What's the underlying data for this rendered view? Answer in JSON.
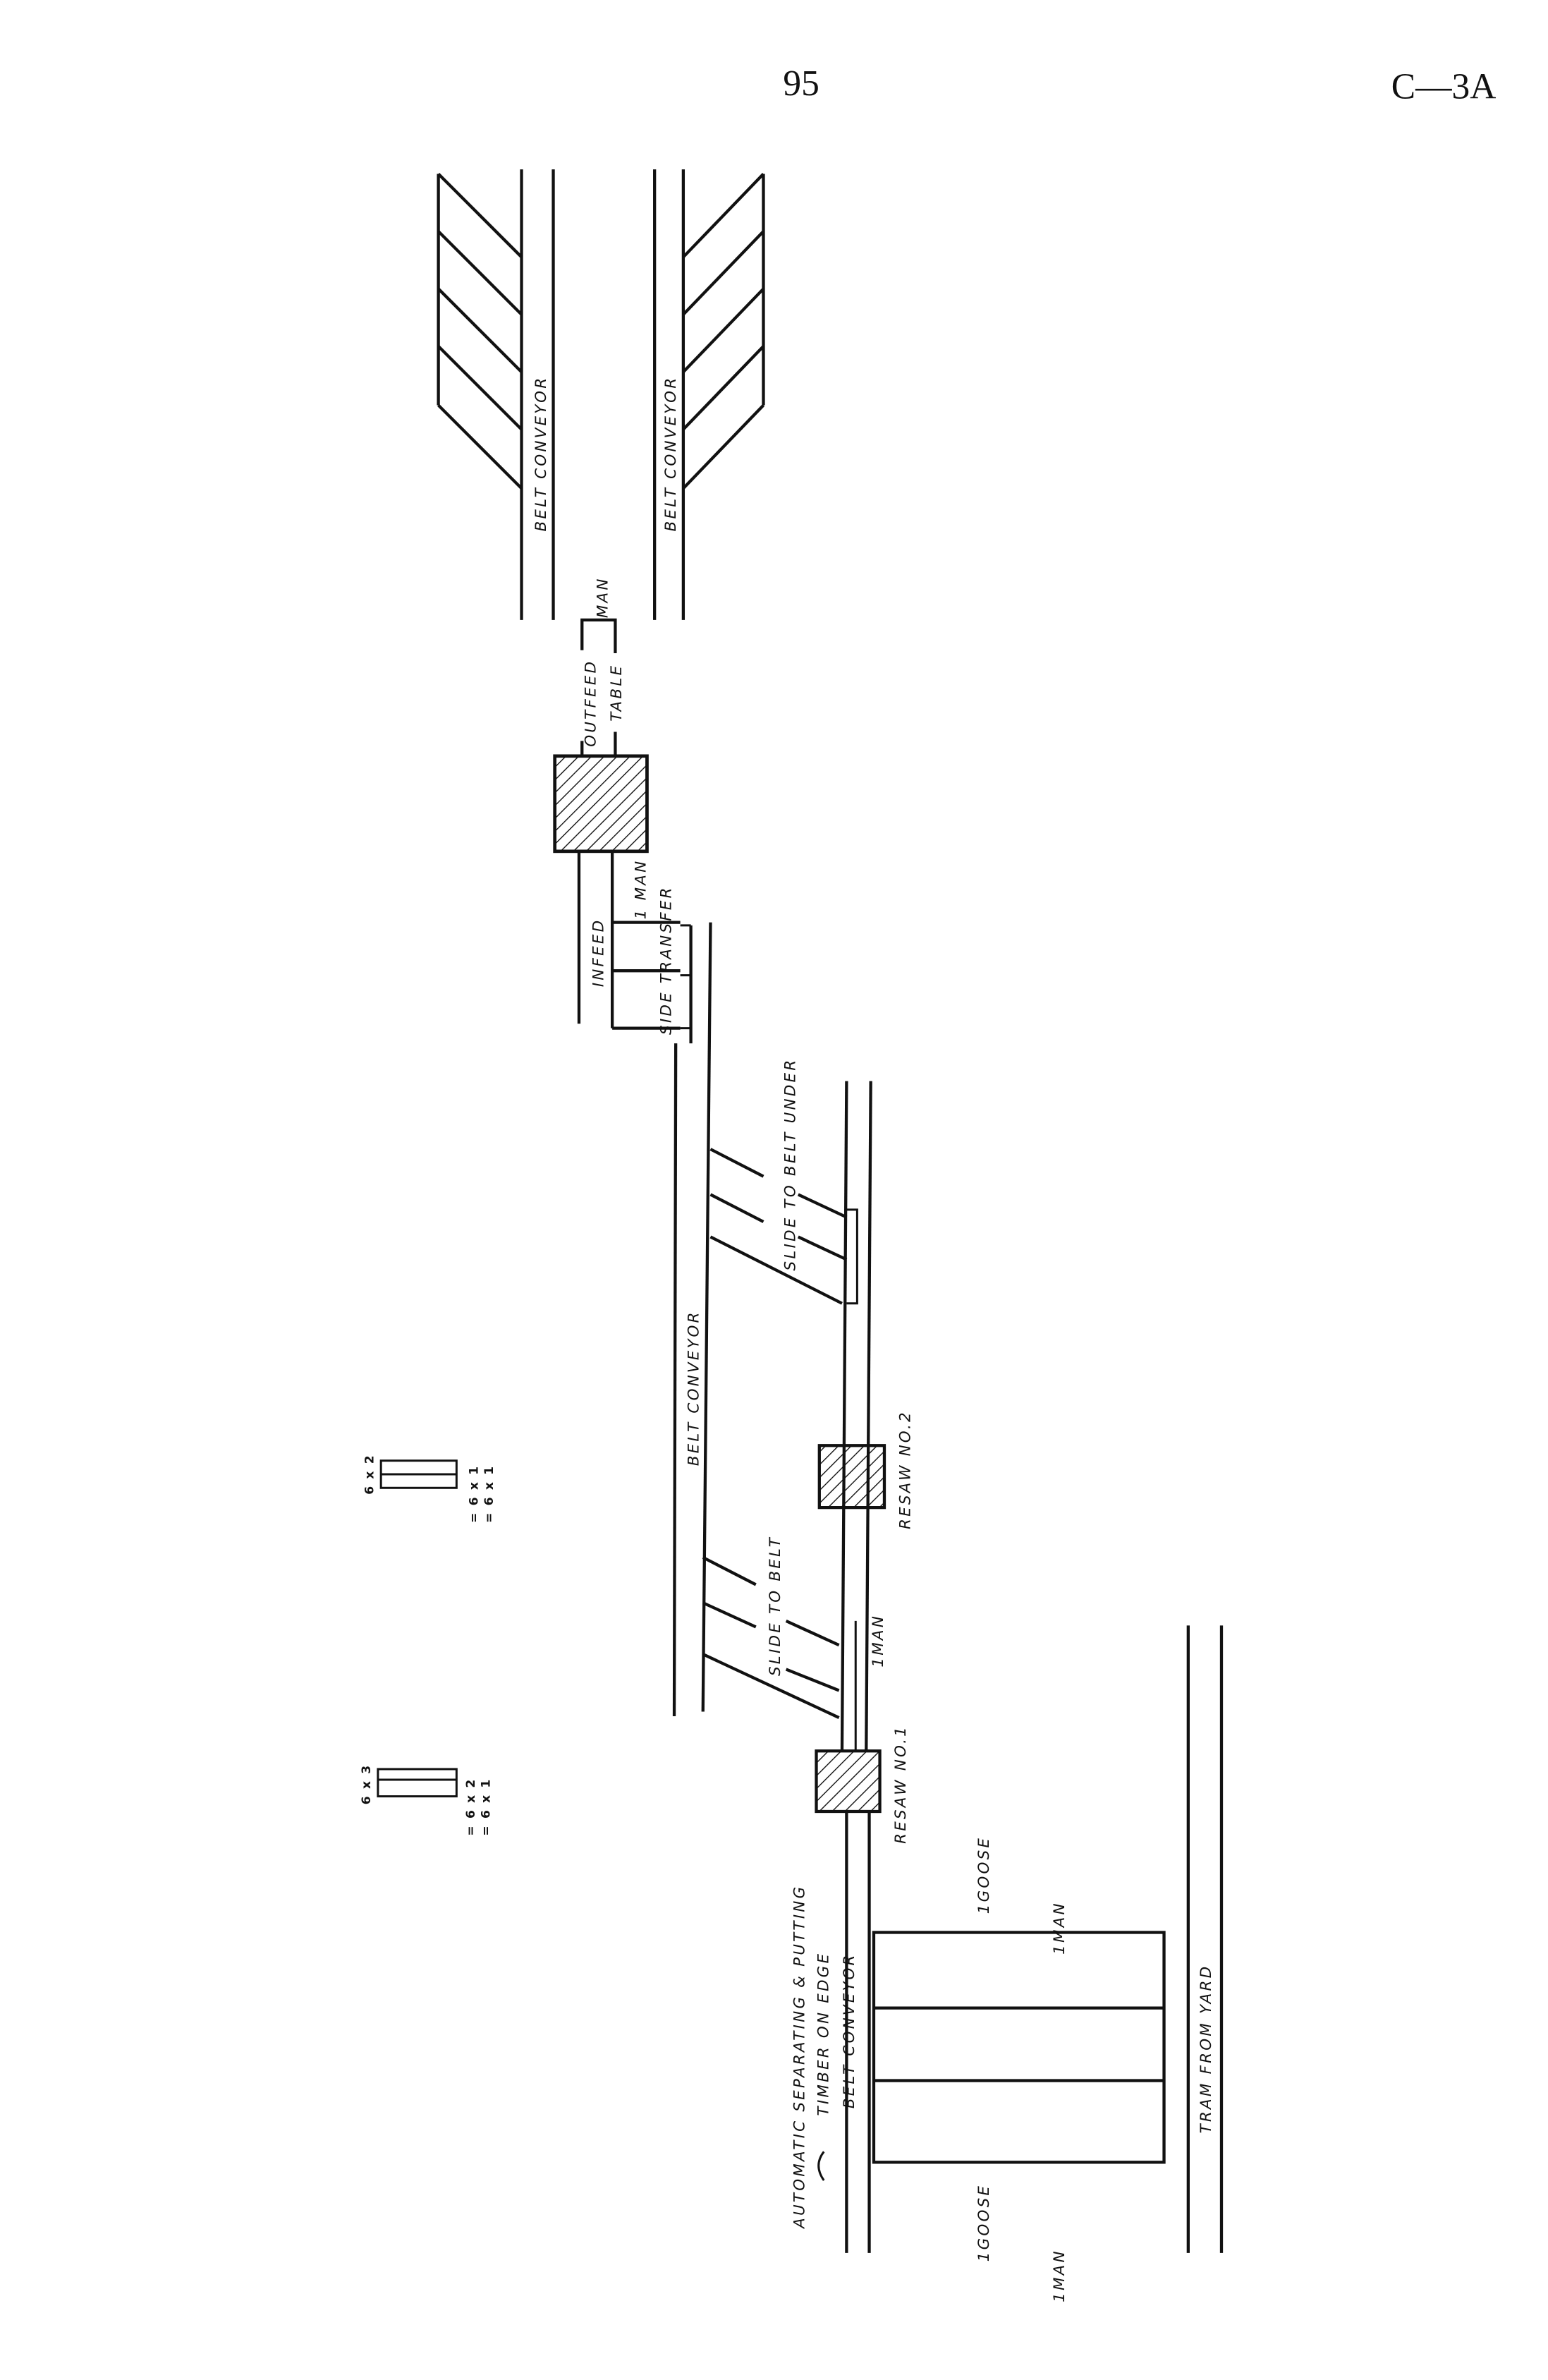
{
  "header": {
    "page_number": "95",
    "plate_id": "C—3A"
  },
  "labels": {
    "belt_conveyor_top_left": "BELT   CONVEYOR",
    "belt_conveyor_top_right": "BELT   CONVEYOR",
    "man": "MAN",
    "outfeed": "OUTFEED",
    "table": "TABLE",
    "infeed": "INFEED",
    "one_man_infeed": "1 MAN",
    "side_transfer": "SIDE   TRANSFER",
    "slide_to_belt_under": "SLIDE  TO  BELT  UNDER",
    "belt_conveyor_middle": "BELT   CONVEYOR",
    "resaw_no2": "RESAW NO.2",
    "slide_to_belt": "SLIDE  TO  BELT",
    "one_man_resaw": "1MAN",
    "resaw_no1": "RESAW NO.1",
    "automatic_separating": "AUTOMATIC  SEPARATING & PUTTING",
    "timber_on_edge": "TIMBER  ON  EDGE",
    "belt_conveyor_lower": "BELT  CONVEYOR",
    "goose_upper": "1GOOSE",
    "man_upper": "1MAN",
    "goose_lower": "1GOOSE",
    "man_lower": "1MAN",
    "tram_from_yard": "TRAM  FROM YARD"
  },
  "timber_sizes": [
    {
      "size": "6 x 2",
      "yields": [
        "= 6 x 1",
        "= 6 x 1"
      ]
    },
    {
      "size": "6 x 3",
      "yields": [
        "= 6 x 2",
        "= 6 x 1"
      ]
    }
  ]
}
